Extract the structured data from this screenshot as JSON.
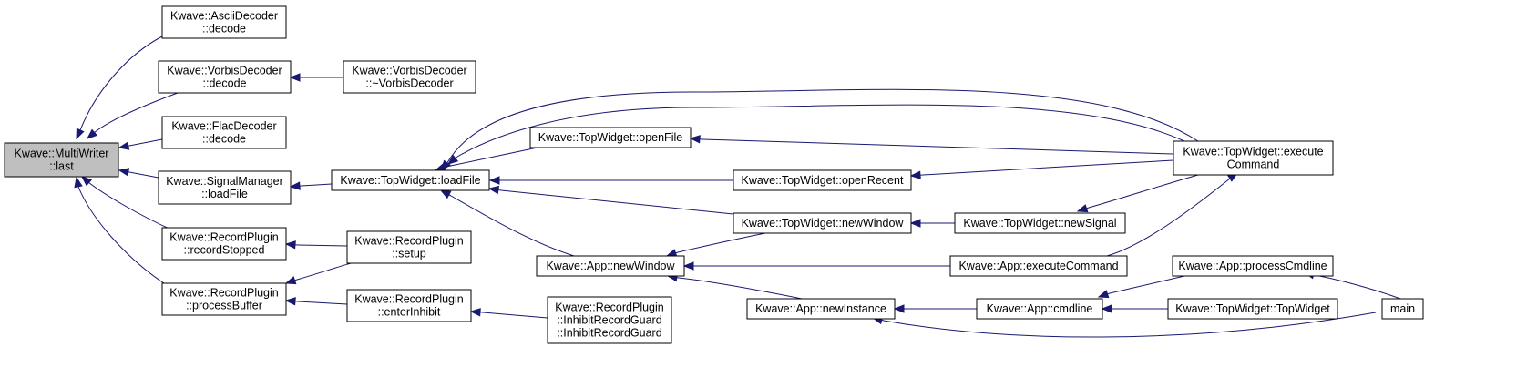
{
  "diagram": {
    "nodes": [
      {
        "id": "multiwriter_last",
        "lines": [
          "Kwave::MultiWriter",
          "::last"
        ],
        "root": true
      },
      {
        "id": "ascii_decode",
        "lines": [
          "Kwave::AsciiDecoder",
          "::decode"
        ]
      },
      {
        "id": "vorbis_decode",
        "lines": [
          "Kwave::VorbisDecoder",
          "::decode"
        ]
      },
      {
        "id": "vorbis_dtor",
        "lines": [
          "Kwave::VorbisDecoder",
          "::~VorbisDecoder"
        ]
      },
      {
        "id": "flac_decode",
        "lines": [
          "Kwave::FlacDecoder",
          "::decode"
        ]
      },
      {
        "id": "signalmanager_loadfile",
        "lines": [
          "Kwave::SignalManager",
          "::loadFile"
        ]
      },
      {
        "id": "topwidget_loadfile",
        "lines": [
          "Kwave::TopWidget::loadFile"
        ]
      },
      {
        "id": "topwidget_openfile",
        "lines": [
          "Kwave::TopWidget::openFile"
        ]
      },
      {
        "id": "topwidget_executecommand",
        "lines": [
          "Kwave::TopWidget::execute",
          "Command"
        ]
      },
      {
        "id": "topwidget_openrecent",
        "lines": [
          "Kwave::TopWidget::openRecent"
        ]
      },
      {
        "id": "topwidget_newwindow",
        "lines": [
          "Kwave::TopWidget::newWindow"
        ]
      },
      {
        "id": "topwidget_newsignal",
        "lines": [
          "Kwave::TopWidget::newSignal"
        ]
      },
      {
        "id": "record_recordstopped",
        "lines": [
          "Kwave::RecordPlugin",
          "::recordStopped"
        ]
      },
      {
        "id": "record_setup",
        "lines": [
          "Kwave::RecordPlugin",
          "::setup"
        ]
      },
      {
        "id": "app_newwindow",
        "lines": [
          "Kwave::App::newWindow"
        ]
      },
      {
        "id": "app_executecommand",
        "lines": [
          "Kwave::App::executeCommand"
        ]
      },
      {
        "id": "app_processcmdline",
        "lines": [
          "Kwave::App::processCmdline"
        ]
      },
      {
        "id": "record_processbuffer",
        "lines": [
          "Kwave::RecordPlugin",
          "::processBuffer"
        ]
      },
      {
        "id": "record_enterinhibit",
        "lines": [
          "Kwave::RecordPlugin",
          "::enterInhibit"
        ]
      },
      {
        "id": "inhibit_guard",
        "lines": [
          "Kwave::RecordPlugin",
          "::InhibitRecordGuard",
          "::InhibitRecordGuard"
        ]
      },
      {
        "id": "app_newinstance",
        "lines": [
          "Kwave::App::newInstance"
        ]
      },
      {
        "id": "app_cmdline",
        "lines": [
          "Kwave::App::cmdline"
        ]
      },
      {
        "id": "topwidget_ctor",
        "lines": [
          "Kwave::TopWidget::TopWidget"
        ]
      },
      {
        "id": "main",
        "lines": [
          "main"
        ]
      }
    ],
    "edges": [
      {
        "from": "ascii_decode",
        "to": "multiwriter_last"
      },
      {
        "from": "vorbis_decode",
        "to": "multiwriter_last"
      },
      {
        "from": "flac_decode",
        "to": "multiwriter_last"
      },
      {
        "from": "signalmanager_loadfile",
        "to": "multiwriter_last"
      },
      {
        "from": "record_recordstopped",
        "to": "multiwriter_last"
      },
      {
        "from": "record_processbuffer",
        "to": "multiwriter_last"
      },
      {
        "from": "vorbis_dtor",
        "to": "vorbis_decode"
      },
      {
        "from": "topwidget_loadfile",
        "to": "signalmanager_loadfile"
      },
      {
        "from": "record_setup",
        "to": "record_recordstopped"
      },
      {
        "from": "record_setup",
        "to": "record_processbuffer"
      },
      {
        "from": "record_enterinhibit",
        "to": "record_processbuffer"
      },
      {
        "from": "inhibit_guard",
        "to": "record_enterinhibit"
      },
      {
        "from": "topwidget_openfile",
        "to": "topwidget_loadfile"
      },
      {
        "from": "topwidget_executecommand",
        "to": "topwidget_loadfile"
      },
      {
        "from": "topwidget_executecommand",
        "to": "topwidget_loadfile"
      },
      {
        "from": "topwidget_openrecent",
        "to": "topwidget_loadfile"
      },
      {
        "from": "topwidget_newwindow",
        "to": "topwidget_loadfile"
      },
      {
        "from": "app_newwindow",
        "to": "topwidget_loadfile"
      },
      {
        "from": "topwidget_executecommand",
        "to": "topwidget_openfile"
      },
      {
        "from": "topwidget_executecommand",
        "to": "topwidget_openrecent"
      },
      {
        "from": "topwidget_newsignal",
        "to": "topwidget_newwindow"
      },
      {
        "from": "topwidget_executecommand",
        "to": "topwidget_newsignal"
      },
      {
        "from": "topwidget_newwindow",
        "to": "app_newwindow"
      },
      {
        "from": "app_executecommand",
        "to": "app_newwindow"
      },
      {
        "from": "app_newinstance",
        "to": "app_newwindow"
      },
      {
        "from": "app_executecommand",
        "to": "topwidget_executecommand"
      },
      {
        "from": "app_cmdline",
        "to": "app_newinstance"
      },
      {
        "from": "main",
        "to": "app_newinstance"
      },
      {
        "from": "app_processcmdline",
        "to": "app_cmdline"
      },
      {
        "from": "topwidget_ctor",
        "to": "app_cmdline"
      },
      {
        "from": "main",
        "to": "app_processcmdline"
      }
    ]
  }
}
